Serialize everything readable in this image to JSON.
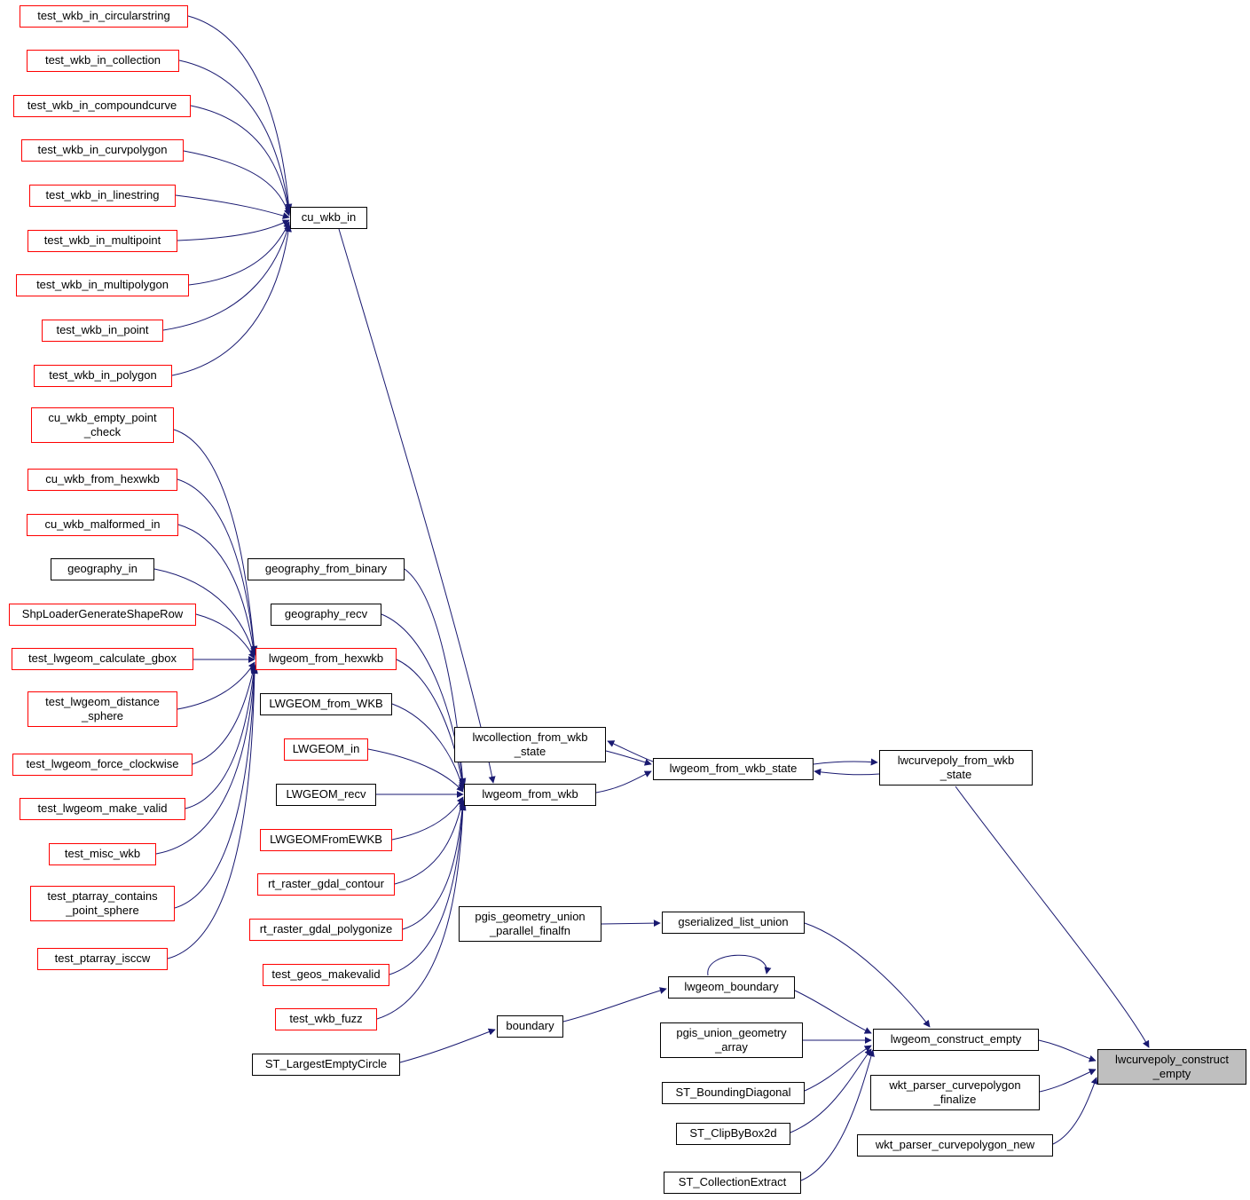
{
  "graph": {
    "target_function": "lwcurvepoly_construct_empty",
    "edge_color": "#191970",
    "node_border_color": "#000000",
    "external_node_border_color": "#ff0000",
    "target_fill_color": "#bfbfbf"
  },
  "nodes": {
    "test_wkb_in_circularstring": "test_wkb_in_circularstring",
    "test_wkb_in_collection": "test_wkb_in_collection",
    "test_wkb_in_compoundcurve": "test_wkb_in_compoundcurve",
    "test_wkb_in_curvpolygon": "test_wkb_in_curvpolygon",
    "test_wkb_in_linestring": "test_wkb_in_linestring",
    "test_wkb_in_multipoint": "test_wkb_in_multipoint",
    "test_wkb_in_multipolygon": "test_wkb_in_multipolygon",
    "test_wkb_in_point": "test_wkb_in_point",
    "test_wkb_in_polygon": "test_wkb_in_polygon",
    "cu_wkb_empty_point_check": "cu_wkb_empty_point\n_check",
    "cu_wkb_from_hexwkb": "cu_wkb_from_hexwkb",
    "cu_wkb_malformed_in": "cu_wkb_malformed_in",
    "geography_in": "geography_in",
    "ShpLoaderGenerateShapeRow": "ShpLoaderGenerateShapeRow",
    "test_lwgeom_calculate_gbox": "test_lwgeom_calculate_gbox",
    "test_lwgeom_distance_sphere": "test_lwgeom_distance\n_sphere",
    "test_lwgeom_force_clockwise": "test_lwgeom_force_clockwise",
    "test_lwgeom_make_valid": "test_lwgeom_make_valid",
    "test_misc_wkb": "test_misc_wkb",
    "test_ptarray_contains_point_sphere": "test_ptarray_contains\n_point_sphere",
    "test_ptarray_isccw": "test_ptarray_isccw",
    "cu_wkb_in": "cu_wkb_in",
    "geography_from_binary": "geography_from_binary",
    "geography_recv": "geography_recv",
    "lwgeom_from_hexwkb": "lwgeom_from_hexwkb",
    "LWGEOM_from_WKB": "LWGEOM_from_WKB",
    "LWGEOM_in": "LWGEOM_in",
    "LWGEOM_recv": "LWGEOM_recv",
    "LWGEOMFromEWKB": "LWGEOMFromEWKB",
    "rt_raster_gdal_contour": "rt_raster_gdal_contour",
    "rt_raster_gdal_polygonize": "rt_raster_gdal_polygonize",
    "test_geos_makevalid": "test_geos_makevalid",
    "test_wkb_fuzz": "test_wkb_fuzz",
    "ST_LargestEmptyCircle": "ST_LargestEmptyCircle",
    "lwcollection_from_wkb_state": "lwcollection_from_wkb\n_state",
    "lwgeom_from_wkb": "lwgeom_from_wkb",
    "pgis_geometry_union_parallel_finalfn": "pgis_geometry_union\n_parallel_finalfn",
    "boundary": "boundary",
    "lwgeom_from_wkb_state": "lwgeom_from_wkb_state",
    "gserialized_list_union": "gserialized_list_union",
    "lwgeom_boundary": "lwgeom_boundary",
    "pgis_union_geometry_array": "pgis_union_geometry\n_array",
    "ST_BoundingDiagonal": "ST_BoundingDiagonal",
    "ST_ClipByBox2d": "ST_ClipByBox2d",
    "ST_CollectionExtract": "ST_CollectionExtract",
    "lwcurvepoly_from_wkb_state": "lwcurvepoly_from_wkb\n_state",
    "lwgeom_construct_empty": "lwgeom_construct_empty",
    "wkt_parser_curvepolygon_finalize": "wkt_parser_curvepolygon\n_finalize",
    "wkt_parser_curvepolygon_new": "wkt_parser_curvepolygon_new",
    "lwcurvepoly_construct_empty": "lwcurvepoly_construct\n_empty"
  },
  "edges": [
    {
      "from": "test_wkb_in_circularstring",
      "to": "cu_wkb_in"
    },
    {
      "from": "test_wkb_in_collection",
      "to": "cu_wkb_in"
    },
    {
      "from": "test_wkb_in_compoundcurve",
      "to": "cu_wkb_in"
    },
    {
      "from": "test_wkb_in_curvpolygon",
      "to": "cu_wkb_in"
    },
    {
      "from": "test_wkb_in_linestring",
      "to": "cu_wkb_in"
    },
    {
      "from": "test_wkb_in_multipoint",
      "to": "cu_wkb_in"
    },
    {
      "from": "test_wkb_in_multipolygon",
      "to": "cu_wkb_in"
    },
    {
      "from": "test_wkb_in_point",
      "to": "cu_wkb_in"
    },
    {
      "from": "test_wkb_in_polygon",
      "to": "cu_wkb_in"
    },
    {
      "from": "cu_wkb_in",
      "to": "lwgeom_from_wkb"
    },
    {
      "from": "cu_wkb_empty_point_check",
      "to": "lwgeom_from_hexwkb"
    },
    {
      "from": "cu_wkb_from_hexwkb",
      "to": "lwgeom_from_hexwkb"
    },
    {
      "from": "cu_wkb_malformed_in",
      "to": "lwgeom_from_hexwkb"
    },
    {
      "from": "geography_in",
      "to": "lwgeom_from_hexwkb"
    },
    {
      "from": "ShpLoaderGenerateShapeRow",
      "to": "lwgeom_from_hexwkb"
    },
    {
      "from": "test_lwgeom_calculate_gbox",
      "to": "lwgeom_from_hexwkb"
    },
    {
      "from": "test_lwgeom_distance_sphere",
      "to": "lwgeom_from_hexwkb"
    },
    {
      "from": "test_lwgeom_force_clockwise",
      "to": "lwgeom_from_hexwkb"
    },
    {
      "from": "test_lwgeom_make_valid",
      "to": "lwgeom_from_hexwkb"
    },
    {
      "from": "test_misc_wkb",
      "to": "lwgeom_from_hexwkb"
    },
    {
      "from": "test_ptarray_contains_point_sphere",
      "to": "lwgeom_from_hexwkb"
    },
    {
      "from": "test_ptarray_isccw",
      "to": "lwgeom_from_hexwkb"
    },
    {
      "from": "lwgeom_from_hexwkb",
      "to": "lwgeom_from_wkb"
    },
    {
      "from": "geography_from_binary",
      "to": "lwgeom_from_wkb"
    },
    {
      "from": "geography_recv",
      "to": "lwgeom_from_wkb"
    },
    {
      "from": "LWGEOM_from_WKB",
      "to": "lwgeom_from_wkb"
    },
    {
      "from": "LWGEOM_in",
      "to": "lwgeom_from_wkb"
    },
    {
      "from": "LWGEOM_recv",
      "to": "lwgeom_from_wkb"
    },
    {
      "from": "LWGEOMFromEWKB",
      "to": "lwgeom_from_wkb"
    },
    {
      "from": "rt_raster_gdal_contour",
      "to": "lwgeom_from_wkb"
    },
    {
      "from": "rt_raster_gdal_polygonize",
      "to": "lwgeom_from_wkb"
    },
    {
      "from": "test_geos_makevalid",
      "to": "lwgeom_from_wkb"
    },
    {
      "from": "test_wkb_fuzz",
      "to": "lwgeom_from_wkb"
    },
    {
      "from": "lwgeom_from_wkb",
      "to": "lwgeom_from_wkb_state"
    },
    {
      "from": "lwcollection_from_wkb_state",
      "to": "lwgeom_from_wkb_state"
    },
    {
      "from": "lwgeom_from_wkb_state",
      "to": "lwcollection_from_wkb_state"
    },
    {
      "from": "lwgeom_from_wkb_state",
      "to": "lwcurvepoly_from_wkb_state"
    },
    {
      "from": "lwcurvepoly_from_wkb_state",
      "to": "lwgeom_from_wkb_state"
    },
    {
      "from": "lwcurvepoly_from_wkb_state",
      "to": "lwcurvepoly_construct_empty"
    },
    {
      "from": "pgis_geometry_union_parallel_finalfn",
      "to": "gserialized_list_union"
    },
    {
      "from": "gserialized_list_union",
      "to": "lwgeom_construct_empty"
    },
    {
      "from": "ST_LargestEmptyCircle",
      "to": "boundary"
    },
    {
      "from": "boundary",
      "to": "lwgeom_boundary"
    },
    {
      "from": "lwgeom_boundary",
      "to": "lwgeom_boundary"
    },
    {
      "from": "lwgeom_boundary",
      "to": "lwgeom_construct_empty"
    },
    {
      "from": "pgis_union_geometry_array",
      "to": "lwgeom_construct_empty"
    },
    {
      "from": "ST_BoundingDiagonal",
      "to": "lwgeom_construct_empty"
    },
    {
      "from": "ST_ClipByBox2d",
      "to": "lwgeom_construct_empty"
    },
    {
      "from": "ST_CollectionExtract",
      "to": "lwgeom_construct_empty"
    },
    {
      "from": "lwgeom_construct_empty",
      "to": "lwcurvepoly_construct_empty"
    },
    {
      "from": "wkt_parser_curvepolygon_finalize",
      "to": "lwcurvepoly_construct_empty"
    },
    {
      "from": "wkt_parser_curvepolygon_new",
      "to": "lwcurvepoly_construct_empty"
    }
  ]
}
